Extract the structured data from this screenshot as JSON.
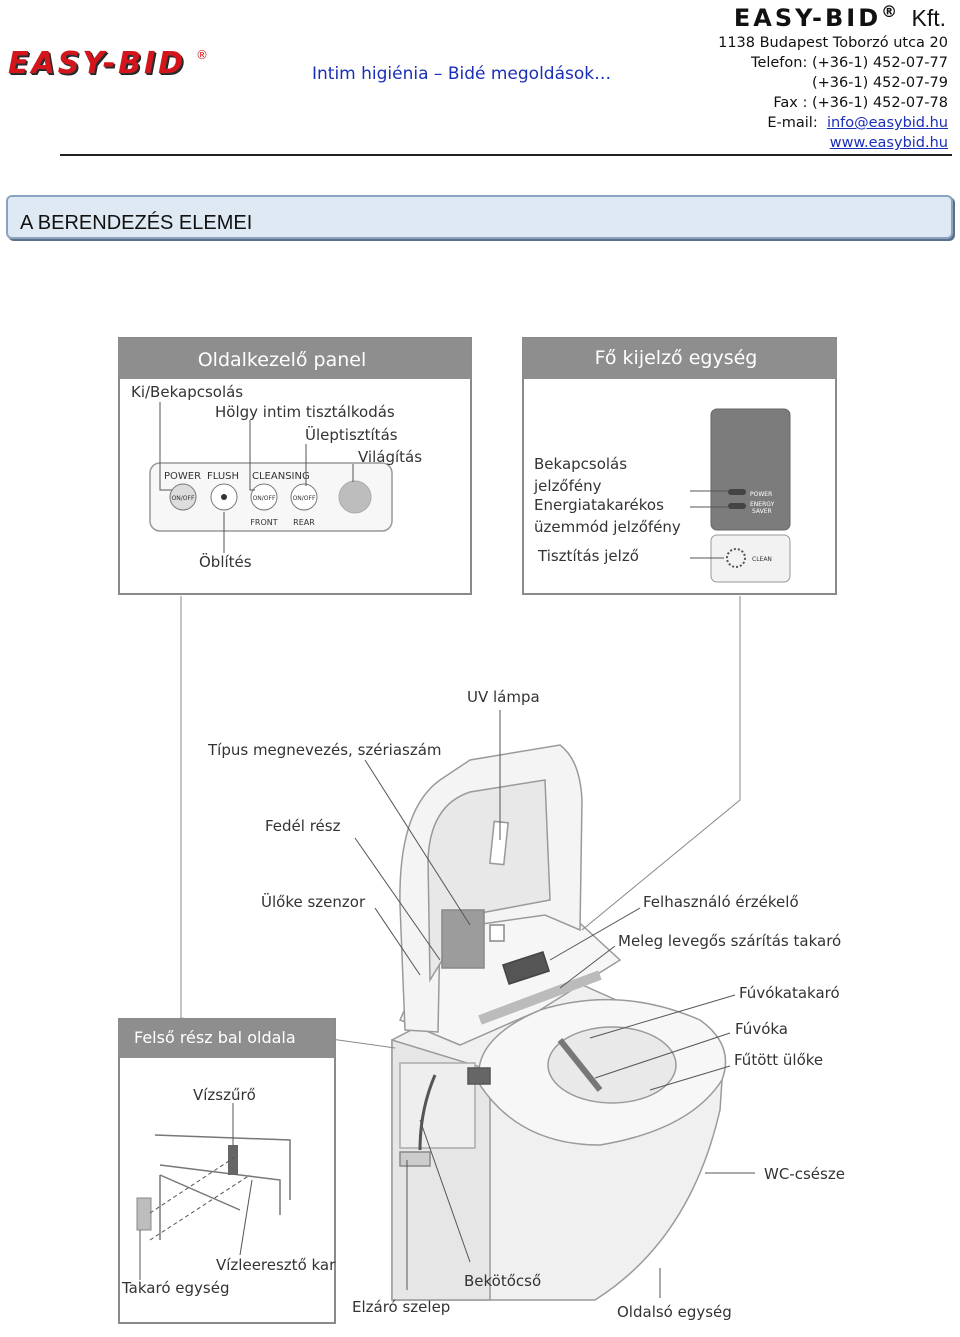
{
  "header": {
    "logo_text": "EASY-BID",
    "logo_reg": "®",
    "tagline": "Intim higiénia – Bidé megoldások…",
    "company_name": "EASY-BID",
    "company_reg": "®",
    "company_suffix": "Kft.",
    "address": "1138 Budapest Toborzó utca 20",
    "phone_1": "Telefon: (+36-1) 452-07-77",
    "phone_2": "(+36-1) 452-07-79",
    "fax": "Fax : (+36-1) 452-07-78",
    "email_label": "E-mail:",
    "email": "info@easybid.hu",
    "website": "www.easybid.hu"
  },
  "section_title": "A BERENDEZÉS ELEMEI",
  "diagram": {
    "side_panel": {
      "title": "Oldalkezelő panel",
      "labels": {
        "power": "Ki/Bekapcsolás",
        "lady": "Hölgy intim tisztálkodás",
        "rear": "Üleptisztítás",
        "light": "Világítás",
        "flush": "Öblítés"
      },
      "button_text": {
        "power": "POWER",
        "flush": "FLUSH",
        "cleansing": "CLEANSING",
        "onoff": "ON/OFF",
        "front": "FRONT",
        "rear": "REAR"
      }
    },
    "main_display": {
      "title": "Fő kijelző egység",
      "labels": {
        "power_1": "Bekapcsolás",
        "power_2": "jelzőfény",
        "energy_1": "Energiatakarékos",
        "energy_2": "üzemmód jelzőfény",
        "clean": "Tisztítás jelző"
      },
      "indicator_text": {
        "power": "POWER",
        "energy_1": "ENERGY",
        "energy_2": "SAVER",
        "clean": "CLEAN"
      }
    },
    "left_panel": {
      "title": "Felső rész bal oldala",
      "labels": {
        "filter": "Vízszűrő",
        "drain": "Vízleeresztő kar",
        "cover": "Takaró egység"
      }
    },
    "callouts": {
      "uv": "UV lámpa",
      "model": "Típus megnevezés, szériaszám",
      "lid": "Fedél rész",
      "seat_sensor": "Ülőke szenzor",
      "user_sensor": "Felhasználó érzékelő",
      "dryer": "Meleg levegős szárítás takaró",
      "nozzle_cover": "Fúvókatakaró",
      "nozzle": "Fúvóka",
      "heated_seat": "Fűtött ülőke",
      "bowl": "WC-csésze",
      "connector": "Bekötőcső",
      "valve": "Elzáró szelep",
      "side_unit": "Oldalsó egység"
    }
  }
}
